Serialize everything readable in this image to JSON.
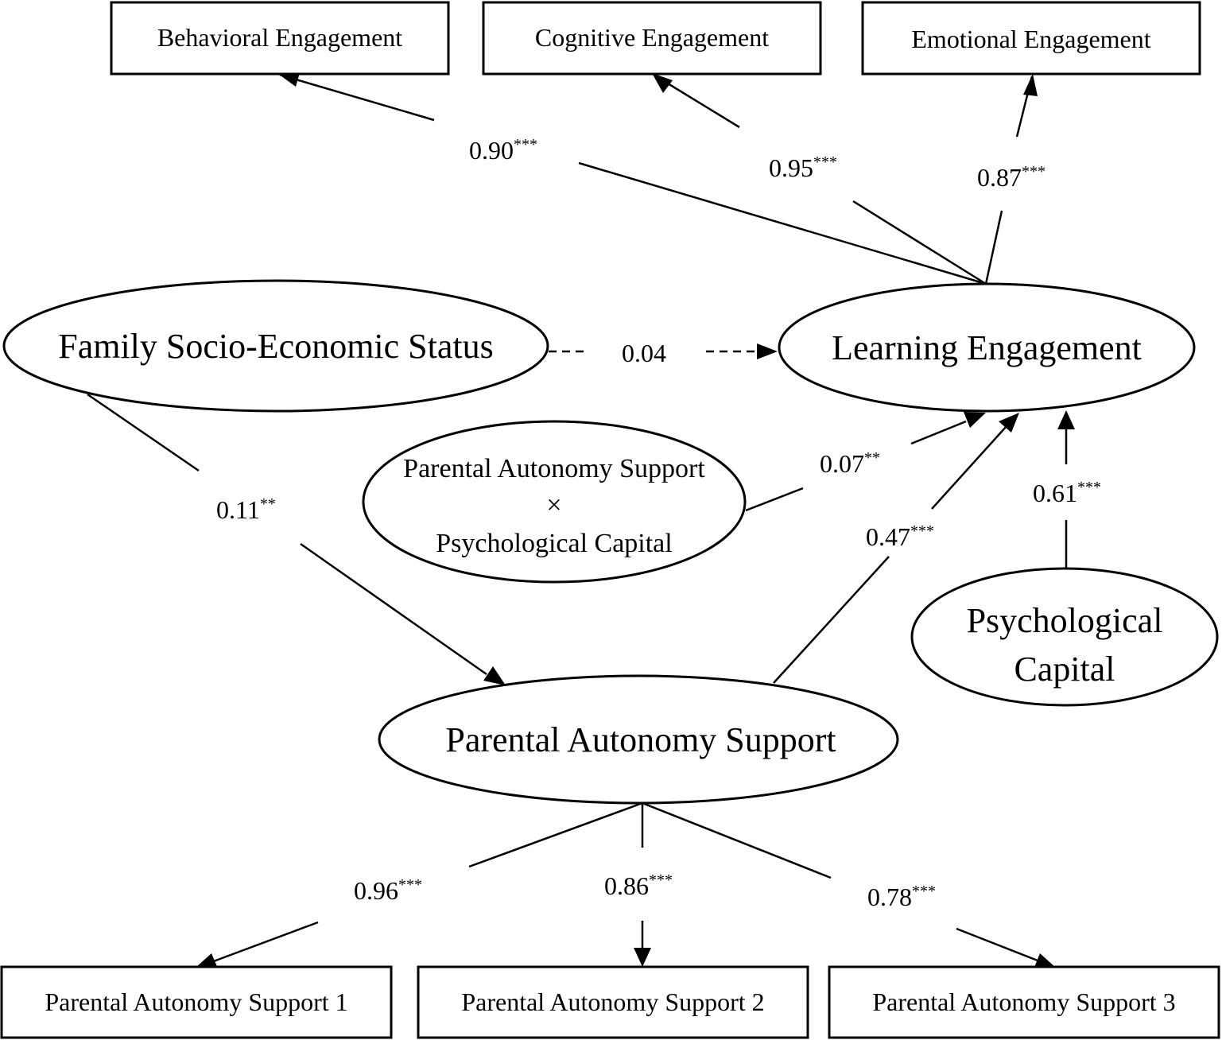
{
  "indicators": {
    "behavioral": "Behavioral Engagement",
    "cognitive": "Cognitive Engagement",
    "emotional": "Emotional Engagement",
    "pas1": "Parental Autonomy Support 1",
    "pas2": "Parental Autonomy Support 2",
    "pas3": "Parental Autonomy Support 3"
  },
  "latents": {
    "family_ses": "Family Socio-Economic Status",
    "learning_engagement": "Learning Engagement",
    "interaction_line1": "Parental Autonomy Support",
    "interaction_symbol": "×",
    "interaction_line2": "Psychological Capital",
    "parental_autonomy_support": "Parental Autonomy Support",
    "psych_capital_line1": "Psychological",
    "psych_capital_line2": "Capital"
  },
  "coefficients": {
    "behavioral": {
      "value": "0.90",
      "sig": "***"
    },
    "cognitive": {
      "value": "0.95",
      "sig": "***"
    },
    "emotional": {
      "value": "0.87",
      "sig": "***"
    },
    "ses_to_engagement": {
      "value": "0.04",
      "sig": ""
    },
    "ses_to_pas": {
      "value": "0.11",
      "sig": "**"
    },
    "interaction_to_engagement": {
      "value": "0.07",
      "sig": "**"
    },
    "pas_to_engagement": {
      "value": "0.47",
      "sig": "***"
    },
    "psycap_to_engagement": {
      "value": "0.61",
      "sig": "***"
    },
    "pas1": {
      "value": "0.96",
      "sig": "***"
    },
    "pas2": {
      "value": "0.86",
      "sig": "***"
    },
    "pas3": {
      "value": "0.78",
      "sig": "***"
    }
  }
}
